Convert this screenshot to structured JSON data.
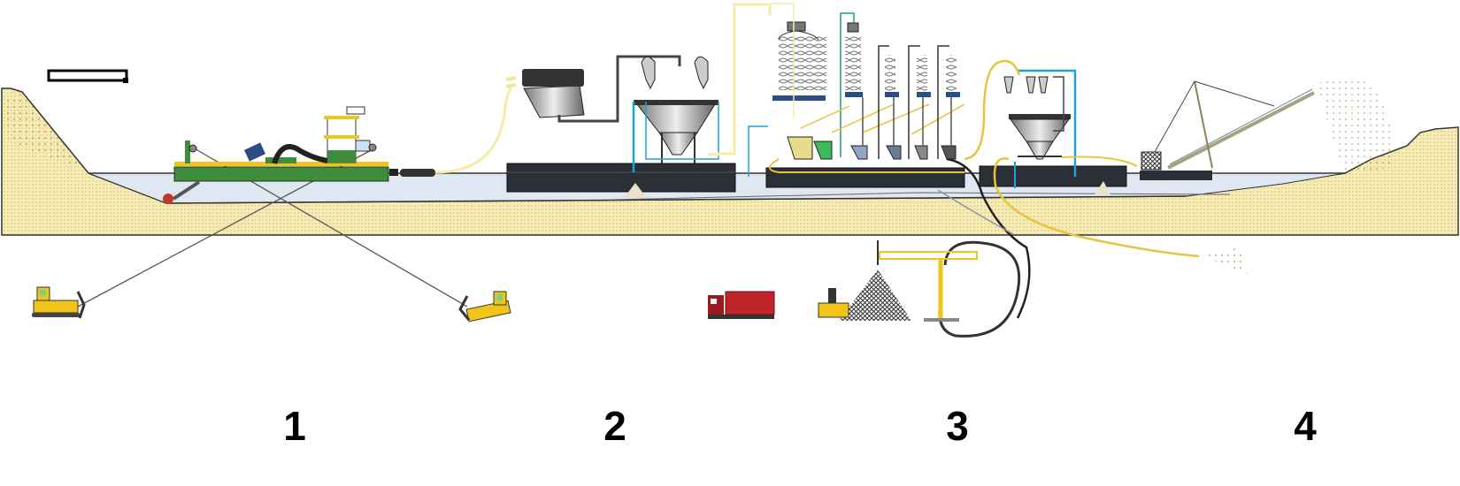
{
  "stages": [
    {
      "label": "1"
    },
    {
      "label": "2"
    },
    {
      "label": "3"
    },
    {
      "label": "4"
    }
  ],
  "colors": {
    "sand": "#f7eab0",
    "water": "#dfe8f2",
    "dredge_green": "#3f8c3c",
    "barge": "#2b2f36",
    "water_pipe": "#1aa3d6",
    "slurry_pipe": "#e9c33a"
  }
}
